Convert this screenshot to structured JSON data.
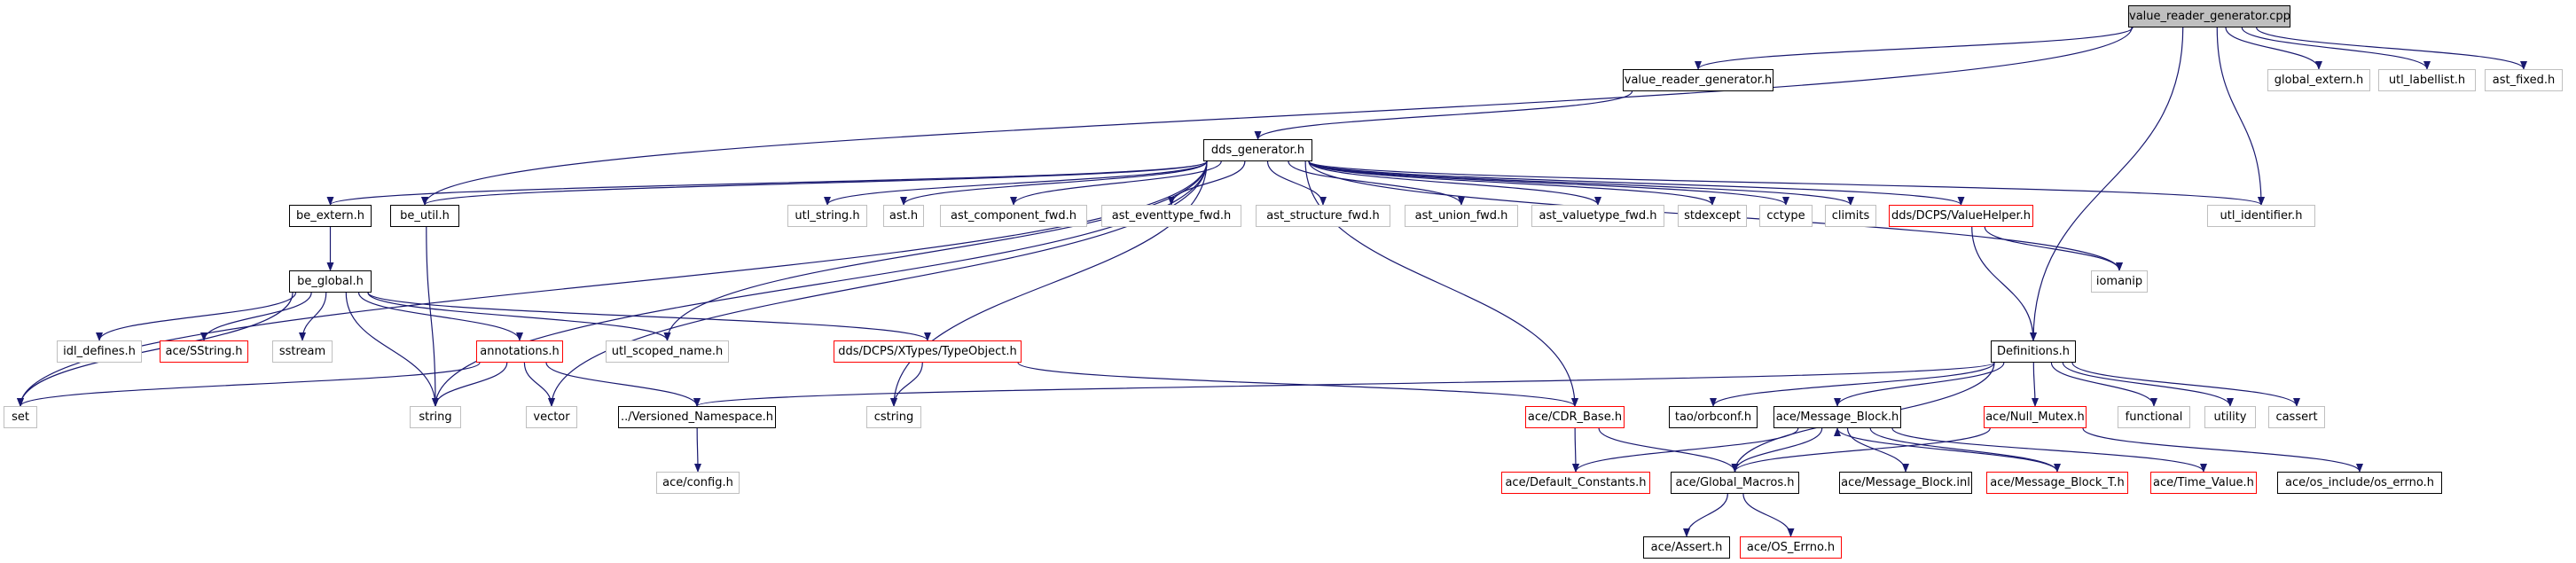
{
  "diagram": {
    "nodes": [
      {
        "id": "value_reader_generator_cpp",
        "label": "value_reader_generator.cpp",
        "style": "root"
      },
      {
        "id": "value_reader_generator_h",
        "label": "value_reader_generator.h",
        "style": "doc"
      },
      {
        "id": "global_extern_h",
        "label": "global_extern.h",
        "style": "ext"
      },
      {
        "id": "utl_labellist_h",
        "label": "utl_labellist.h",
        "style": "ext"
      },
      {
        "id": "ast_fixed_h",
        "label": "ast_fixed.h",
        "style": "ext"
      },
      {
        "id": "dds_generator_h",
        "label": "dds_generator.h",
        "style": "doc"
      },
      {
        "id": "be_extern_h",
        "label": "be_extern.h",
        "style": "doc"
      },
      {
        "id": "be_util_h",
        "label": "be_util.h",
        "style": "doc"
      },
      {
        "id": "utl_string_h",
        "label": "utl_string.h",
        "style": "ext"
      },
      {
        "id": "ast_h",
        "label": "ast.h",
        "style": "ext"
      },
      {
        "id": "ast_component_fwd_h",
        "label": "ast_component_fwd.h",
        "style": "ext"
      },
      {
        "id": "ast_eventtype_fwd_h",
        "label": "ast_eventtype_fwd.h",
        "style": "ext"
      },
      {
        "id": "ast_structure_fwd_h",
        "label": "ast_structure_fwd.h",
        "style": "ext"
      },
      {
        "id": "ast_union_fwd_h",
        "label": "ast_union_fwd.h",
        "style": "ext"
      },
      {
        "id": "ast_valuetype_fwd_h",
        "label": "ast_valuetype_fwd.h",
        "style": "ext"
      },
      {
        "id": "stdexcept",
        "label": "stdexcept",
        "style": "ext"
      },
      {
        "id": "cctype",
        "label": "cctype",
        "style": "ext"
      },
      {
        "id": "climits",
        "label": "climits",
        "style": "ext"
      },
      {
        "id": "valuehelper_h",
        "label": "dds/DCPS/ValueHelper.h",
        "style": "red"
      },
      {
        "id": "utl_identifier_h",
        "label": "utl_identifier.h",
        "style": "ext"
      },
      {
        "id": "be_global_h",
        "label": "be_global.h",
        "style": "doc"
      },
      {
        "id": "iomanip",
        "label": "iomanip",
        "style": "ext"
      },
      {
        "id": "idl_defines_h",
        "label": "idl_defines.h",
        "style": "ext"
      },
      {
        "id": "ace_sstring_h",
        "label": "ace/SString.h",
        "style": "red"
      },
      {
        "id": "sstream",
        "label": "sstream",
        "style": "ext"
      },
      {
        "id": "annotations_h",
        "label": "annotations.h",
        "style": "red"
      },
      {
        "id": "utl_scoped_name_h",
        "label": "utl_scoped_name.h",
        "style": "ext"
      },
      {
        "id": "typeobject_h",
        "label": "dds/DCPS/XTypes/TypeObject.h",
        "style": "red"
      },
      {
        "id": "definitions_h",
        "label": "Definitions.h",
        "style": "doc"
      },
      {
        "id": "set",
        "label": "set",
        "style": "ext"
      },
      {
        "id": "string",
        "label": "string",
        "style": "ext"
      },
      {
        "id": "vector",
        "label": "vector",
        "style": "ext"
      },
      {
        "id": "versioned_namespace_h",
        "label": "../Versioned_Namespace.h",
        "style": "doc"
      },
      {
        "id": "cstring",
        "label": "cstring",
        "style": "ext"
      },
      {
        "id": "cdr_base_h",
        "label": "ace/CDR_Base.h",
        "style": "red"
      },
      {
        "id": "orbconf_h",
        "label": "tao/orbconf.h",
        "style": "doc"
      },
      {
        "id": "message_block_h",
        "label": "ace/Message_Block.h",
        "style": "doc"
      },
      {
        "id": "null_mutex_h",
        "label": "ace/Null_Mutex.h",
        "style": "red"
      },
      {
        "id": "functional",
        "label": "functional",
        "style": "ext"
      },
      {
        "id": "utility",
        "label": "utility",
        "style": "ext"
      },
      {
        "id": "cassert",
        "label": "cassert",
        "style": "ext"
      },
      {
        "id": "ace_config_h",
        "label": "ace/config.h",
        "style": "ext"
      },
      {
        "id": "default_constants_h",
        "label": "ace/Default_Constants.h",
        "style": "red"
      },
      {
        "id": "global_macros_h",
        "label": "ace/Global_Macros.h",
        "style": "doc"
      },
      {
        "id": "message_block_inl",
        "label": "ace/Message_Block.inl",
        "style": "doc"
      },
      {
        "id": "message_block_t_h",
        "label": "ace/Message_Block_T.h",
        "style": "red"
      },
      {
        "id": "time_value_h",
        "label": "ace/Time_Value.h",
        "style": "red"
      },
      {
        "id": "os_errno_include_h",
        "label": "ace/os_include/os_errno.h",
        "style": "doc"
      },
      {
        "id": "assert_h",
        "label": "ace/Assert.h",
        "style": "doc"
      },
      {
        "id": "os_errno_h",
        "label": "ace/OS_Errno.h",
        "style": "red"
      }
    ],
    "colors": {
      "edge": "#191970",
      "doc_border": "#000000",
      "ext_border": "#bfbfbf",
      "red_border": "#ff0000",
      "root_fill": "#bfbfbf"
    }
  }
}
